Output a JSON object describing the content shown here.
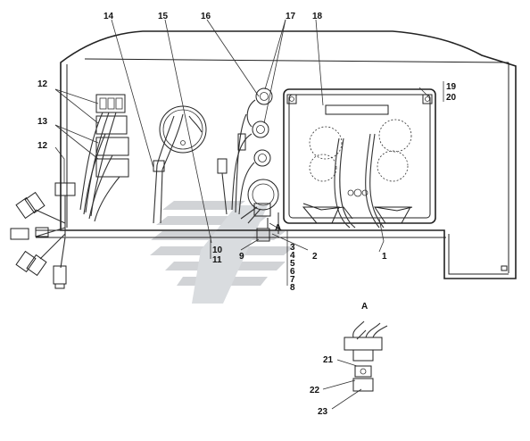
{
  "callouts": {
    "c1": "1",
    "c2": "2",
    "c3": "3",
    "c4": "4",
    "c5": "5",
    "c6": "6",
    "c7": "7",
    "c8": "8",
    "c9": "9",
    "c10": "10",
    "c11": "11",
    "c12a": "12",
    "c12b": "12",
    "c13": "13",
    "c14": "14",
    "c15": "15",
    "c16": "16",
    "c17": "17",
    "c18": "18",
    "c19": "19",
    "c20": "20",
    "c21": "21",
    "c22": "22",
    "c23": "23"
  },
  "view_marker": "A",
  "view_title": "A",
  "watermark_color": "#c9ccd0"
}
